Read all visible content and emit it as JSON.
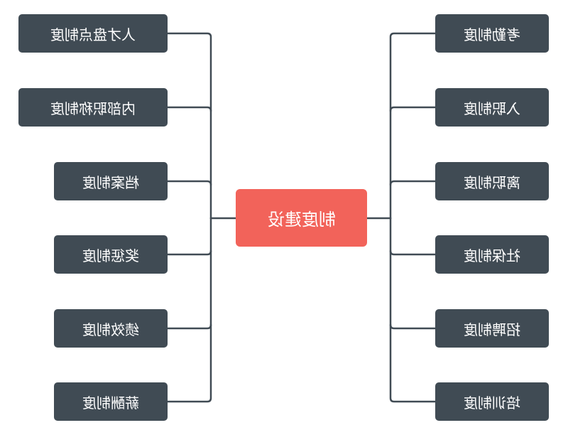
{
  "center": {
    "label": "制度建设"
  },
  "left": [
    {
      "label": "人才盘点制度"
    },
    {
      "label": "内部职称制度"
    },
    {
      "label": "档案制度"
    },
    {
      "label": "奖惩制度"
    },
    {
      "label": "绩效制度"
    },
    {
      "label": "薪酬制度"
    }
  ],
  "right": [
    {
      "label": "考勤制度"
    },
    {
      "label": "入职制度"
    },
    {
      "label": "离职制度"
    },
    {
      "label": "社保制度"
    },
    {
      "label": "招聘制度"
    },
    {
      "label": "培训制度"
    }
  ],
  "colors": {
    "center_fill": "#f2635a",
    "node_fill": "#404b54",
    "connector": "#404b54"
  }
}
